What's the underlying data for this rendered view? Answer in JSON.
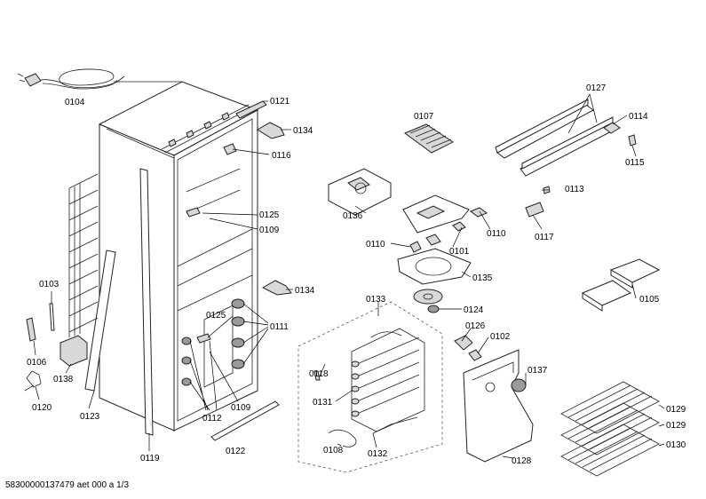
{
  "labels": {
    "p0104": "0104",
    "p0121": "0121",
    "p0134a": "0134",
    "p0116": "0116",
    "p0125a": "0125",
    "p0109a": "0109",
    "p0134b": "0134",
    "p0103": "0103",
    "p0106": "0106",
    "p0138": "0138",
    "p0120": "0120",
    "p0123": "0123",
    "p0119": "0119",
    "p0125b": "0125",
    "p0111": "0111",
    "p0112": "0112",
    "p0109b": "0109",
    "p0122": "0122",
    "p0107": "0107",
    "p0136": "0136",
    "p0110a": "0110",
    "p0110b": "0110",
    "p0101": "0101",
    "p0135": "0135",
    "p0124": "0124",
    "p0133": "0133",
    "p0118": "0118",
    "p0131": "0131",
    "p0108": "0108",
    "p0132": "0132",
    "p0126": "0126",
    "p0102": "0102",
    "p0137": "0137",
    "p0128": "0128",
    "p0127": "0127",
    "p0114": "0114",
    "p0115": "0115",
    "p0113": "0113",
    "p0117": "0117",
    "p0105": "0105",
    "p0129a": "0129",
    "p0129b": "0129",
    "p0130": "0130"
  },
  "footer": "58300000137479 aet 000 a 1/3"
}
